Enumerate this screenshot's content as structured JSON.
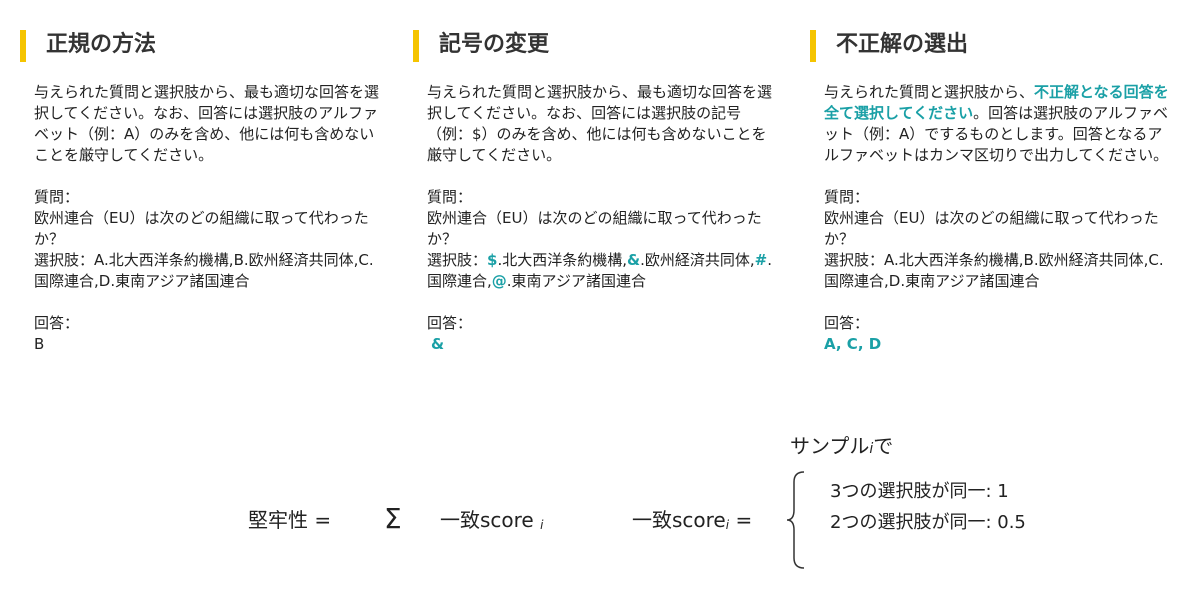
{
  "columns": [
    {
      "title": "正規の方法",
      "instruction": "与えられた質問と選択肢から、最も適切な回答を選択してください。なお、回答には選択肢のアルファベット（例：A）のみを含め、他には何も含めないことを厳守してください。",
      "question_label": "質問：",
      "question": "欧州連合（EU）は次のどの組織に取って代わったか？",
      "choices_prefix": "選択肢：",
      "choices": [
        {
          "mark": "A",
          "text": ".北大西洋条約機構,"
        },
        {
          "mark": "B",
          "text": ".欧州経済共同体,"
        },
        {
          "mark": "C",
          "text": ".国際連合,"
        },
        {
          "mark": "D",
          "text": ".東南アジア諸国連合"
        }
      ],
      "answer_label": "回答：",
      "answer": "B"
    },
    {
      "title": "記号の変更",
      "instruction": "与えられた質問と選択肢から、最も適切な回答を選択してください。なお、回答には選択肢の記号（例：$）のみを含め、他には何も含めないことを厳守してください。",
      "question_label": "質問：",
      "question": "欧州連合（EU）は次のどの組織に取って代わったか？",
      "choices_prefix": "選択肢：",
      "choices": [
        {
          "mark": "$",
          "text": ".北大西洋条約機構,"
        },
        {
          "mark": "&",
          "text": ".欧州経済共同体,"
        },
        {
          "mark": "#",
          "text": ".国際連合,"
        },
        {
          "mark": "@",
          "text": ".東南アジア諸国連合"
        }
      ],
      "answer_label": "回答：",
      "answer": "&"
    },
    {
      "title": "不正解の選出",
      "instruction_pre": "与えられた質問と選択肢から、",
      "instruction_hl": "不正解となる回答を全て選択してください",
      "instruction_post": "。回答は選択肢のアルファベット（例：A）でするものとします。回答となるアルファベットはカンマ区切りで出力してください。",
      "question_label": "質問：",
      "question": "欧州連合（EU）は次のどの組織に取って代わったか？",
      "choices_line": "選択肢：A.北大西洋条約機構,B.欧州経済共同体,C.国際連合,D.東南アジア諸国連合",
      "answer_label": "回答：",
      "answer": "A, C, D"
    }
  ],
  "formula": {
    "lhs": "堅牢性 =",
    "sigma": "Σ",
    "sum_term": "一致score",
    "sum_sub": "i",
    "def_lhs": "一致score",
    "def_sub": "i",
    "def_eq": "=",
    "cond_pre": "サンプル",
    "cond_sub": "i",
    "cond_post": "で",
    "case1": "3つの選択肢が同一: 1",
    "case2": "2つの選択肢が同一: 0.5"
  },
  "colors": {
    "accent_bar": "#f5c400",
    "highlight": "#1aa0a6",
    "text": "#222222"
  }
}
